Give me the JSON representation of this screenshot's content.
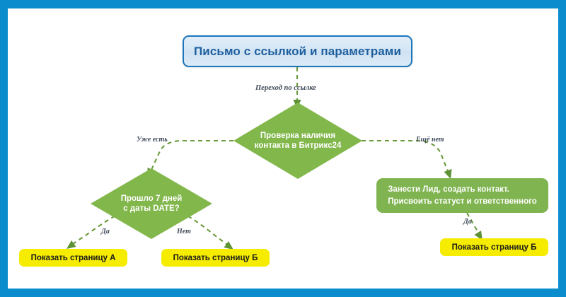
{
  "frame": {
    "color": "#0b8ccd"
  },
  "palette": {
    "green_fill": "#82b74b",
    "green_box_fill": "#80b451",
    "yellow_fill": "#f5ec00",
    "blue_border": "#1c76bc",
    "blue_text": "#1e5f9e",
    "edge_green": "#6b9b3c",
    "frame_blue": "#0b8ccd"
  },
  "diagram": {
    "type": "flowchart",
    "nodes": {
      "start": {
        "label": "Письмо с ссылкой и параметрами",
        "shape": "rounded-rectangle",
        "fill": "#d8e8f5"
      },
      "check_contact": {
        "line1": "Проверка наличия",
        "line2": "контакта в Битрикс24",
        "shape": "diamond",
        "fill": "#82b74b"
      },
      "check_days": {
        "line1": "Прошло 7 дней",
        "line2": "с даты DATE?",
        "shape": "diamond",
        "fill": "#82b74b"
      },
      "create_lead": {
        "line1": "Занести Лид, создать контакт.",
        "line2": "Присвоить статуст и ответственного",
        "shape": "rounded-rectangle",
        "fill": "#80b451"
      },
      "page_a": {
        "label": "Показать страницу А",
        "shape": "rounded-rectangle",
        "fill": "#f5ec00"
      },
      "page_b_left": {
        "label": "Показать страницу Б",
        "shape": "rounded-rectangle",
        "fill": "#f5ec00"
      },
      "page_b_right": {
        "label": "Показать страницу Б",
        "shape": "rounded-rectangle",
        "fill": "#f5ec00"
      }
    },
    "edges": {
      "start_to_check": "Переход по ссылке",
      "check_to_days": "Уже есть",
      "check_to_lead": "Ещё нет",
      "days_to_page_a": "Да",
      "days_to_page_b": "Нет",
      "lead_to_page_b": "Да"
    }
  }
}
